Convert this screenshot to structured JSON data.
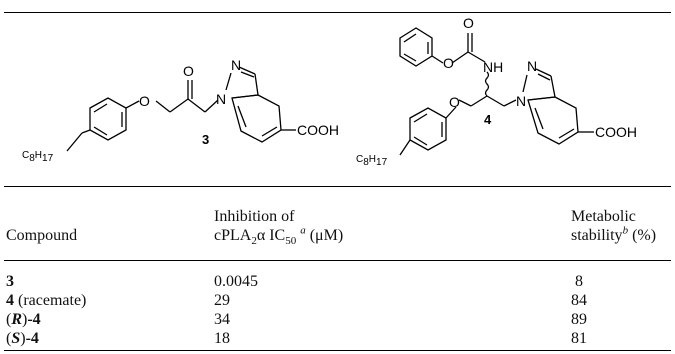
{
  "compounds_figure": {
    "labels": {
      "compound_3": "3",
      "compound_4": "4"
    },
    "atoms": {
      "n": "N",
      "o": "O",
      "nh": "NH",
      "cooh": "COOH",
      "c8h17_c": "C",
      "c8h17_8": "8",
      "c8h17_h": "H",
      "c8h17_17": "17"
    }
  },
  "table": {
    "headers": {
      "compound": "Compound",
      "inhibition_line1": "Inhibition of",
      "inhibition_line2_pre": "cPLA",
      "inhibition_line2_sub2": "2",
      "inhibition_line2_alpha": "α IC",
      "inhibition_line2_sub50": "50",
      "inhibition_line2_supa": "a",
      "inhibition_line2_unit": "(μM)",
      "stability_line1": "Metabolic",
      "stability_line2_pre": "stability",
      "stability_line2_supb": "b",
      "stability_line2_unit": "(%)"
    },
    "rows": [
      {
        "compound_bold": "3",
        "compound_rest": "",
        "compound_prefix_open": "",
        "compound_prefix_letter": "",
        "compound_prefix_close": "",
        "ic50": "0.0045",
        "stability": "8"
      },
      {
        "compound_bold": "4",
        "compound_rest": " (racemate)",
        "compound_prefix_open": "",
        "compound_prefix_letter": "",
        "compound_prefix_close": "",
        "ic50": "29",
        "stability": "84"
      },
      {
        "compound_bold": "-4",
        "compound_rest": "",
        "compound_prefix_open": "(",
        "compound_prefix_letter": "R",
        "compound_prefix_close": ")",
        "ic50": "34",
        "stability": "89"
      },
      {
        "compound_bold": "-4",
        "compound_rest": "",
        "compound_prefix_open": "(",
        "compound_prefix_letter": "S",
        "compound_prefix_close": ")",
        "ic50": "18",
        "stability": "81"
      }
    ]
  }
}
